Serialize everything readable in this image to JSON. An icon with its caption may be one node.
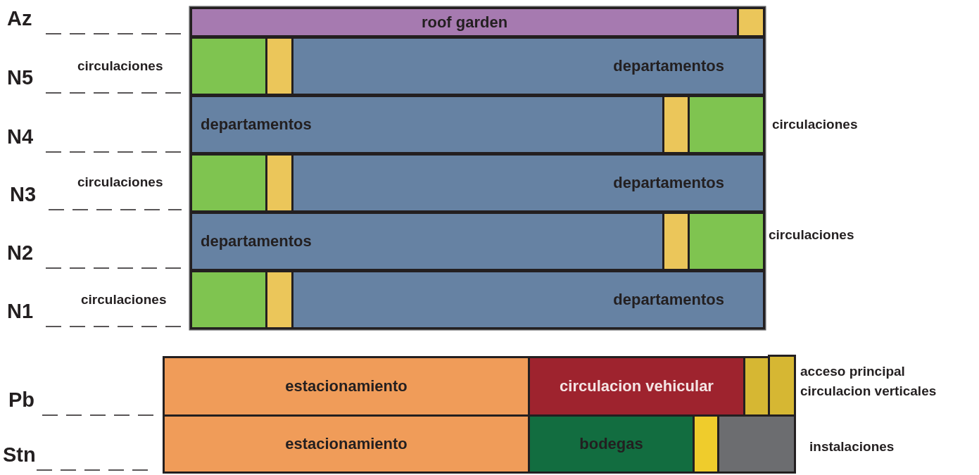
{
  "diagram": {
    "nodes": [
      {
        "text": [
          "roof garden"
        ]
      },
      {
        "text": [],
        "shape": "box"
      },
      {
        "text": [],
        "shape": "box",
        "beside": [
          "circulaciones"
        ]
      },
      {
        "text": [],
        "shape": "box"
      },
      {
        "text": [
          "departamentos"
        ]
      },
      {
        "text": [
          "departamentos"
        ]
      },
      {
        "text": [],
        "shape": "box"
      },
      {
        "text": [],
        "shape": "box",
        "beside": [
          "circulaciones"
        ]
      },
      {
        "text": [],
        "shape": "box",
        "beside": [
          "circulaciones"
        ]
      },
      {
        "text": [],
        "shape": "box"
      },
      {
        "text": [
          "departamentos"
        ]
      },
      {
        "text": [
          "departamentos"
        ]
      },
      {
        "text": [],
        "shape": "box"
      },
      {
        "text": [],
        "shape": "box",
        "beside": [
          "circulaciones"
        ]
      },
      {
        "text": [],
        "shape": "box",
        "beside": [
          "circulaciones"
        ]
      },
      {
        "text": [],
        "shape": "box"
      },
      {
        "text": [
          "departamentos"
        ]
      },
      {
        "text": [
          "estacionamiento"
        ]
      },
      {
        "text": [
          "circulacion vehicular"
        ]
      },
      {
        "text": [],
        "shape": "box"
      },
      {
        "text": [],
        "shape": "box",
        "beside": [
          "acceso principal",
          "circulacion verticales"
        ]
      },
      {
        "text": [
          "estacionamiento"
        ]
      },
      {
        "text": [
          "bodegas"
        ]
      },
      {
        "text": [],
        "shape": "box"
      },
      {
        "text": [],
        "shape": "box",
        "beside": [
          "instalaciones"
        ]
      }
    ],
    "labels": [
      "Az",
      "N5",
      "N4",
      "N3",
      "N2",
      "N1",
      "Pb",
      "Stn"
    ]
  }
}
